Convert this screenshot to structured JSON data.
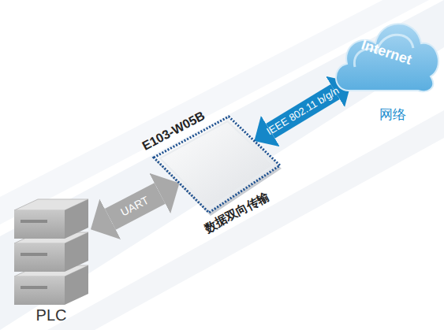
{
  "diagram": {
    "nodes": [
      {
        "text": [
          "PLC"
        ]
      },
      {
        "text": [
          "E103-W05B"
        ]
      },
      {
        "text": [
          "Internet",
          "网络"
        ]
      }
    ],
    "edges": [
      {
        "from": 0,
        "to": 1,
        "label": "UART",
        "arrow": "both"
      },
      {
        "from": 1,
        "to": 2,
        "label": "IEEE 802.11 b/g/n",
        "arrow": "both"
      }
    ],
    "labels": [
      "数据双向传输"
    ]
  }
}
